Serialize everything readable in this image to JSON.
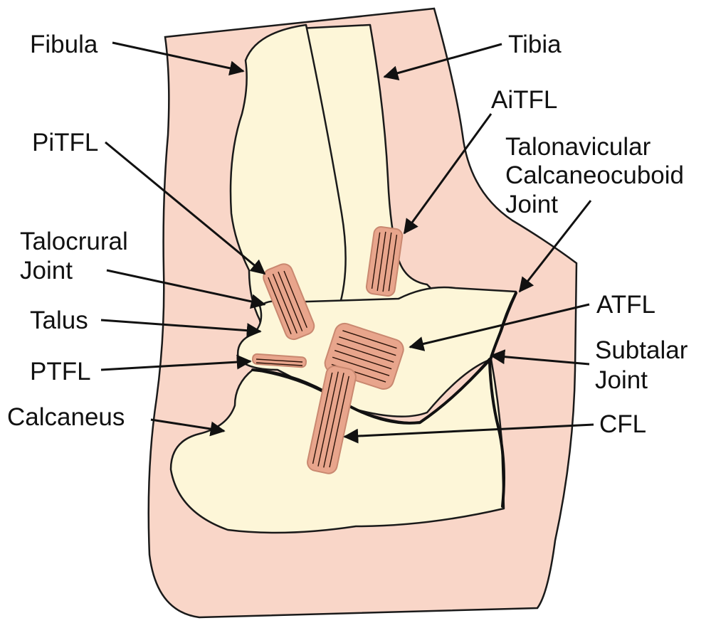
{
  "colors": {
    "skin": "#f9d6c8",
    "bone": "#fdf6d8",
    "ligament": "#e8a58c",
    "outline": "#1a1a1a"
  },
  "labels": {
    "fibula": "Fibula",
    "tibia": "Tibia",
    "aitfl": "AiTFL",
    "pitfl": "PiTFL",
    "tn_cc_line1": "Talonavicular",
    "tn_cc_line2": "Calcaneocuboid",
    "tn_cc_line3": "Joint",
    "talocrural_line1": "Talocrural",
    "talocrural_line2": "Joint",
    "talus": "Talus",
    "atfl": "ATFL",
    "ptfl": "PTFL",
    "subtalar_line1": "Subtalar",
    "subtalar_line2": "Joint",
    "calcaneus": "Calcaneus",
    "cfl": "CFL"
  }
}
